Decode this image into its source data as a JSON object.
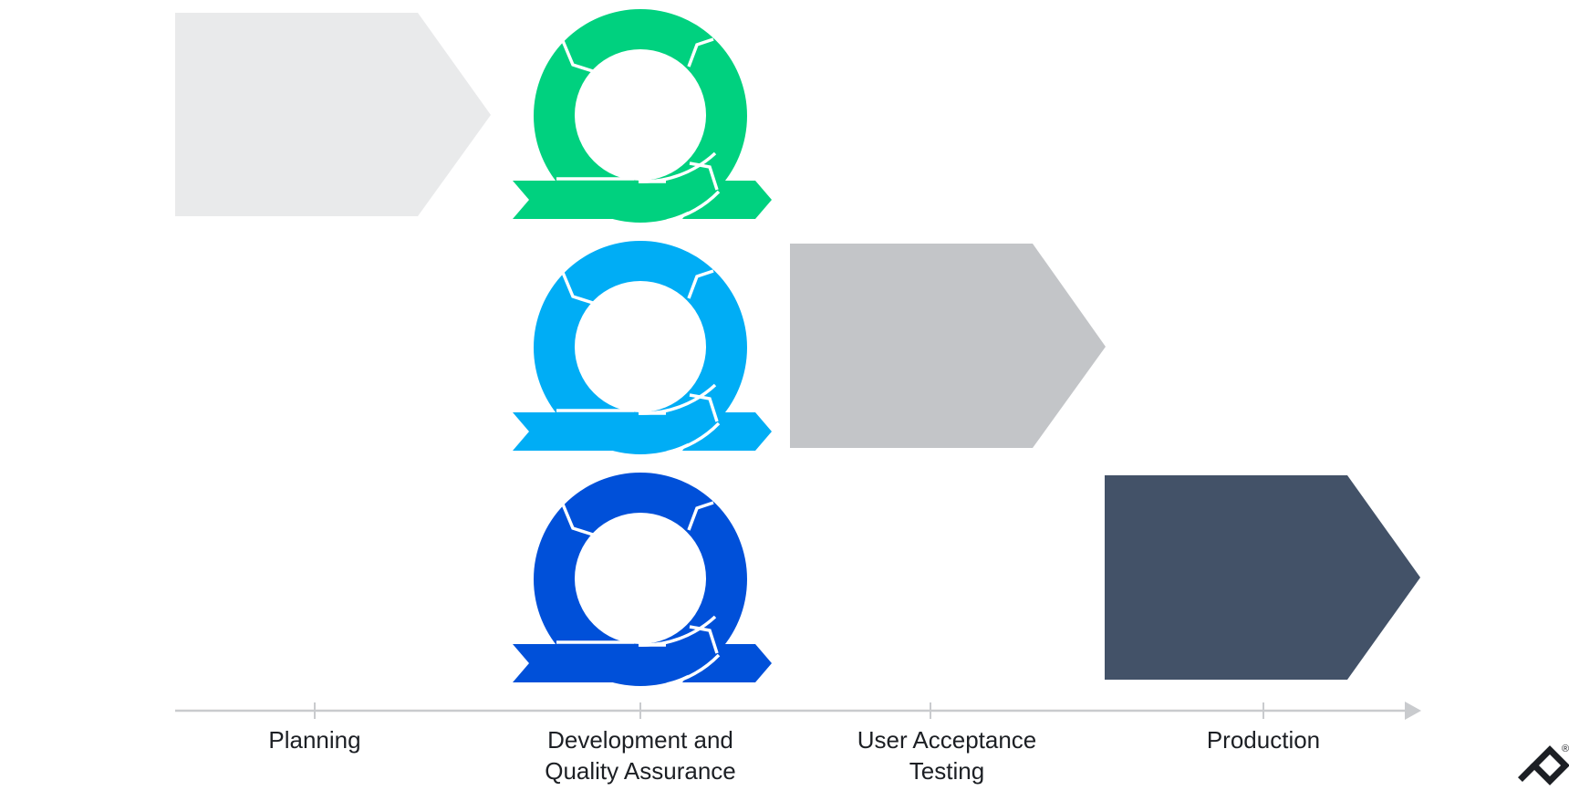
{
  "stages": [
    {
      "label_lines": [
        "Planning"
      ]
    },
    {
      "label_lines": [
        "Development and",
        "Quality Assurance"
      ]
    },
    {
      "label_lines": [
        "User Acceptance",
        "Testing"
      ]
    },
    {
      "label_lines": [
        "Production"
      ]
    }
  ],
  "phases": {
    "planning_color": "#e9eaeb",
    "uat_color": "#c3c5c8",
    "production_color": "#435268"
  },
  "sprint_cycles": [
    {
      "color": "#00d17f"
    },
    {
      "color": "#00adf5"
    },
    {
      "color": "#0050d9"
    }
  ],
  "timeline": {
    "color": "#c9cbce"
  },
  "logo": {
    "name": "toptal-logo-icon",
    "registered_mark": "®",
    "color": "#1c1f24"
  }
}
